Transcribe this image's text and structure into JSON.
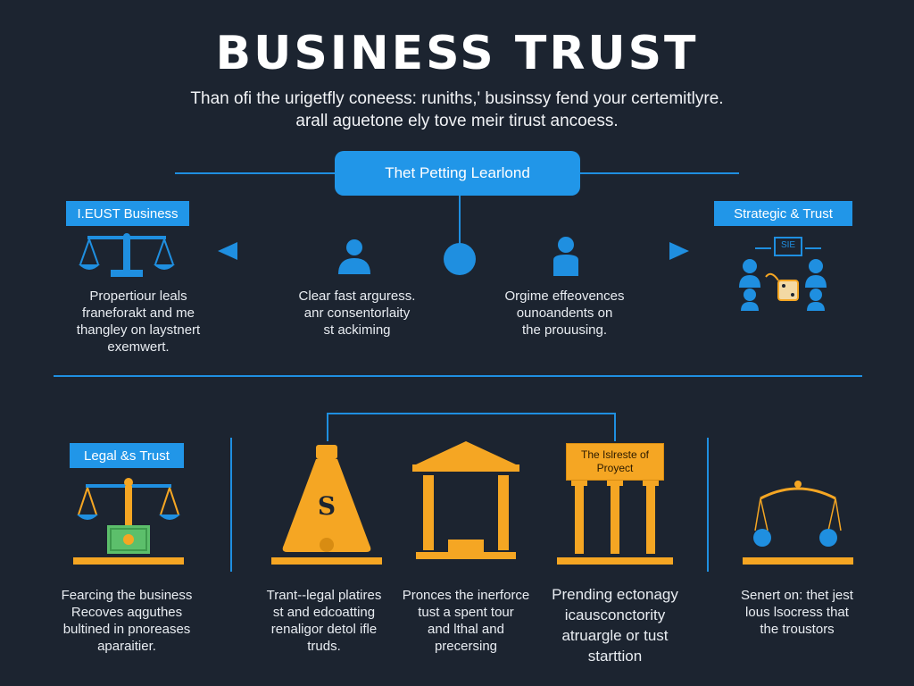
{
  "header": {
    "title": "BUSINESS TRUST",
    "subtitle_line1": "Than ofi the urigetfly coneess: runiths,' businssy fend your certemitlyre.",
    "subtitle_line2": "arall aguetone ely tove meir tirust ancoess."
  },
  "center": {
    "label": "Thet Petting Learlond"
  },
  "top_left": {
    "tag": "I.EUST Business",
    "desc": [
      "Propertiour leals",
      "franeforakt and me",
      "thangley on laystnert",
      "exemwert."
    ]
  },
  "top_mid_left": {
    "desc": [
      "Clear fast arguress.",
      "anr consentorlaity",
      "st ackiming"
    ]
  },
  "top_mid_right": {
    "desc": [
      "Orgime effeovences",
      "ounoandents on",
      "the prouusing."
    ]
  },
  "top_right": {
    "tag": "Strategic & Trust",
    "icon_label": "SIE"
  },
  "bottom_left": {
    "tag": "Legal &s Trust",
    "desc": [
      "Fearcing the business",
      "Recoves aqguthes",
      "bultined in pnoreases",
      "aparaitier."
    ]
  },
  "bottom_col2": {
    "glyph": "S",
    "desc": [
      "Trant--legal platires",
      "st and edcoatting",
      "renaligor detol ifle",
      "truds."
    ]
  },
  "bottom_col3": {
    "desc": [
      "Pronces the inerforce",
      "tust a spent tour",
      "and lthal and",
      "precersing"
    ]
  },
  "bottom_col4": {
    "banner": [
      "The Islreste of",
      "Proyect"
    ],
    "desc": [
      "Prending ectonagy",
      "icausconctority",
      "atruargle or tust",
      "starttion"
    ]
  },
  "bottom_right": {
    "desc": [
      "Senert on: thet jest",
      "lous lsocress that",
      "the troustors"
    ]
  },
  "colors": {
    "background": "#1c2430",
    "accent_blue": "#2196e8",
    "accent_orange": "#f5a623",
    "text": "#ffffff"
  }
}
